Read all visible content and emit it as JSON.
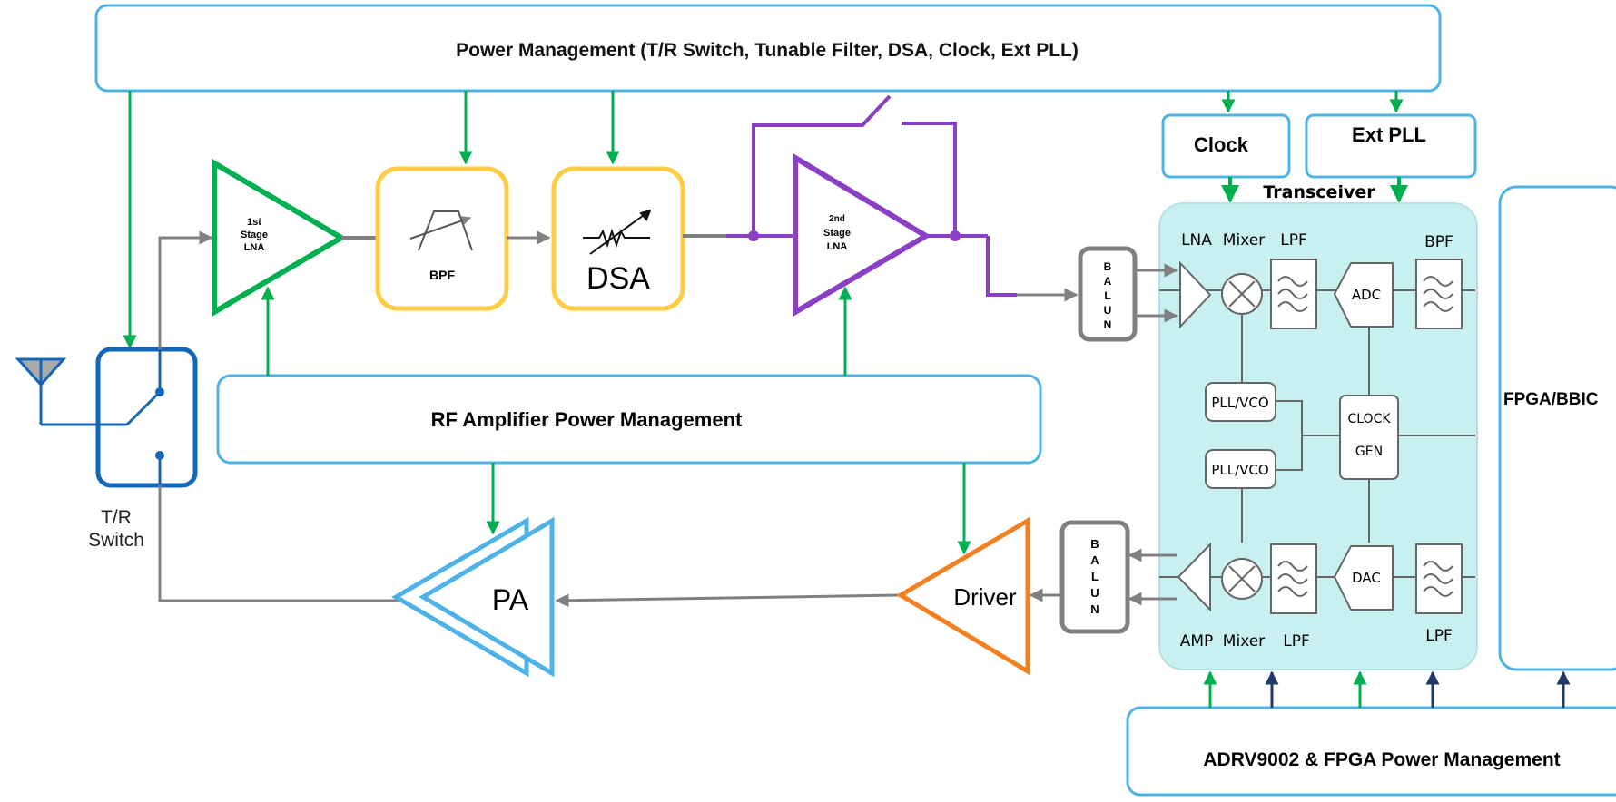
{
  "top_power": "Power Management (T/R Switch, Tunable Filter, DSA, Clock, Ext PLL)",
  "rf_power": "RF Amplifier  Power Management",
  "adrv_power": "ADRV9002 & FPGA  Power Management",
  "clock": "Clock",
  "ext_pll": "Ext PLL",
  "transceiver": "Transceiver",
  "fpga": "FPGA/BBIC",
  "tr_switch": [
    "T/R",
    "Switch"
  ],
  "lna1": [
    "1st",
    "Stage",
    "LNA"
  ],
  "lna2": [
    "2nd",
    "Stage",
    "LNA"
  ],
  "bpf": "BPF",
  "dsa": "DSA",
  "pa": "PA",
  "driver": "Driver",
  "balun": [
    "B",
    "A",
    "L",
    "U",
    "N"
  ],
  "trx": {
    "lna": "LNA",
    "mixer_rx": "Mixer",
    "lpf_rx": "LPF",
    "bpf": "BPF",
    "adc": "ADC",
    "pll1": "PLL/VCO",
    "pll2": "PLL/VCO",
    "clock_gen": [
      "CLOCK",
      "GEN"
    ],
    "dac": "DAC",
    "amp": "AMP",
    "mixer_tx": "Mixer",
    "lpf_tx": "LPF",
    "lpf_tx2": "LPF"
  },
  "colors": {
    "blue": "#4db3e6",
    "green": "#00b050",
    "purple": "#8b3fc4",
    "yellow": "#ffcc44",
    "orange": "#f28020",
    "navy": "#1f3a68",
    "gray": "#808080",
    "trx_fill": "#c9f0f0",
    "switch_blue": "#1466b8"
  }
}
